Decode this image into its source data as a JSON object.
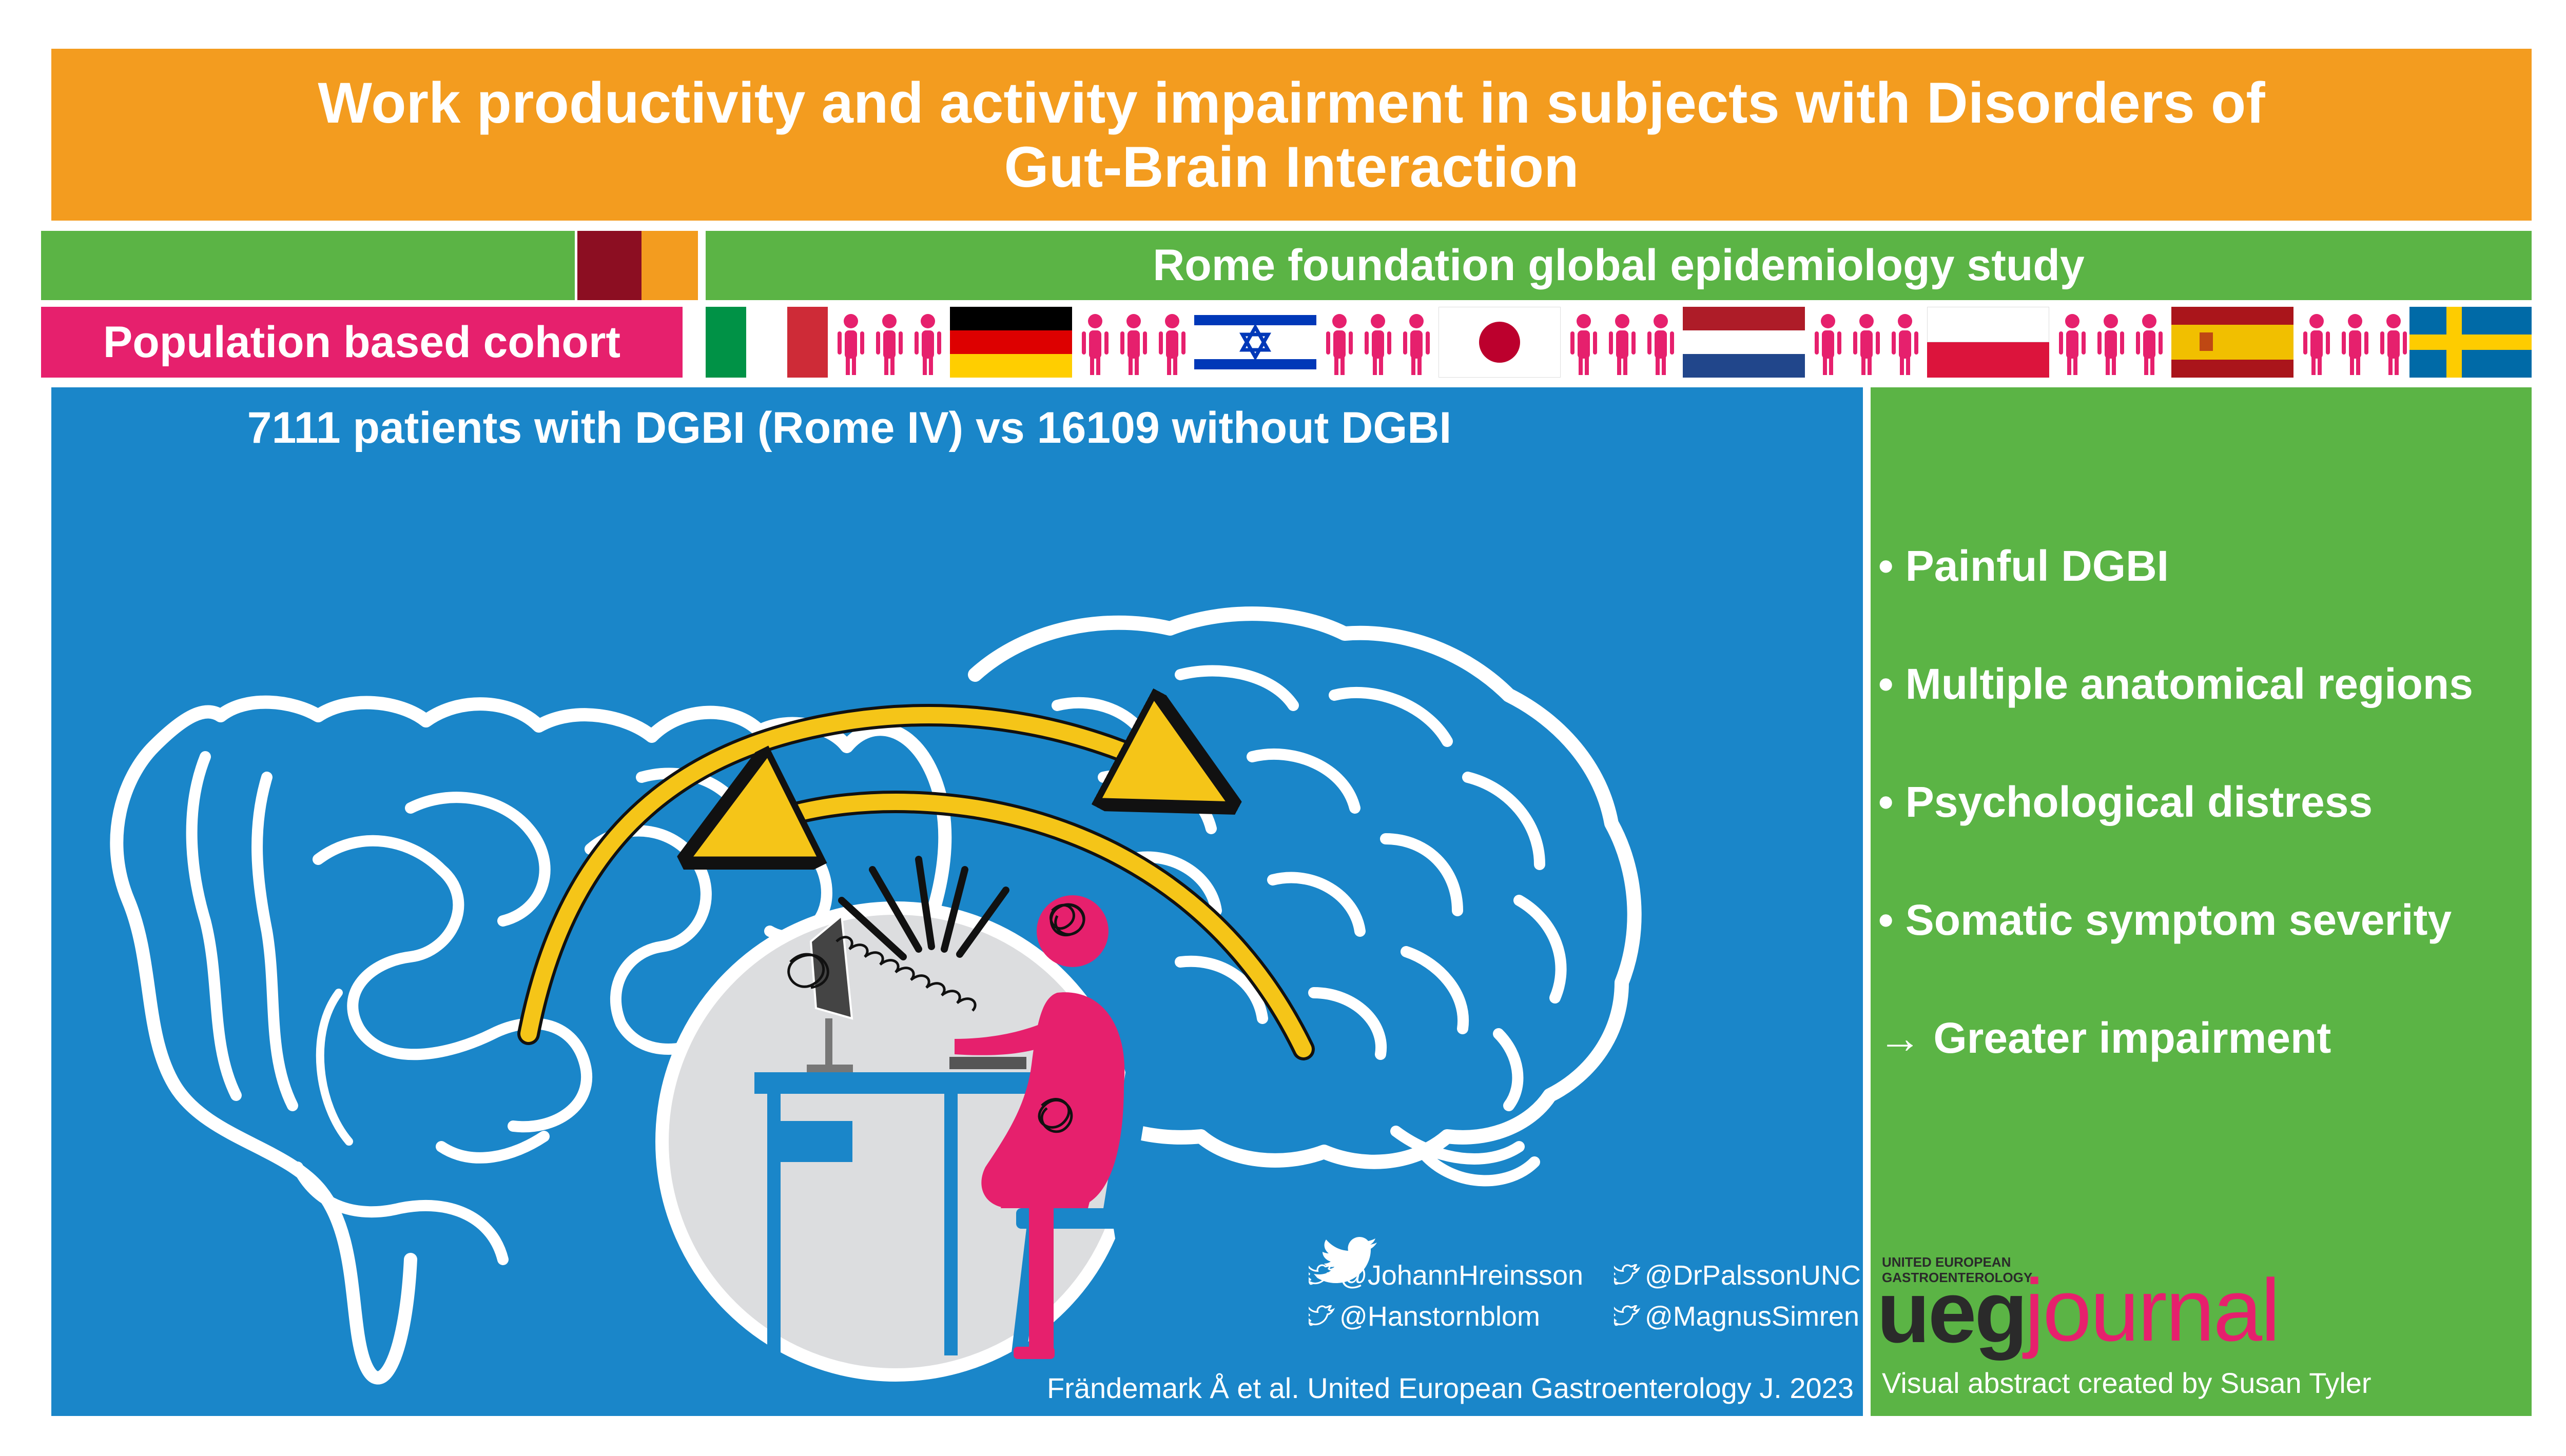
{
  "title": "Work productivity and activity impairment in subjects with Disorders of Gut-Brain Interaction",
  "study_label": "Rome foundation global epidemiology study",
  "cohort_label": "Population based cohort",
  "flags": [
    "italy",
    "germany",
    "israel",
    "japan",
    "netherlands",
    "poland",
    "spain",
    "sweden"
  ],
  "main_header": "7111 patients with DGBI (Rome IV) vs 16109 without DGBI",
  "findings": [
    "• Painful DGBI",
    "• Multiple anatomical regions",
    "• Psychological distress",
    "• Somatic symptom severity",
    "→ Greater impairment"
  ],
  "handles": [
    "@JohannHreinsson",
    "@DrPalssonUNC",
    "@Hanstornblom",
    "@MagnusSimren"
  ],
  "citation": "Frändemark Å et al. United European Gastroenterology J. 2023",
  "logo": {
    "small_lines": [
      "UNITED EUROPEAN",
      "GASTROENTEROLOGY"
    ],
    "ueg": "ueg",
    "journal": "journal"
  },
  "credit": "Visual abstract created by Susan Tyler",
  "icons": [
    "twitter-icon",
    "people-icon",
    "intestine-icon",
    "brain-icon",
    "arrow-icon",
    "desk-icon",
    "chair-icon",
    "person-icon",
    "computer-icon"
  ],
  "colors": {
    "orange": "#F39C1F",
    "green": "#5BB445",
    "blue": "#1A86C9",
    "pink": "#E6206D",
    "maroon": "#8C0E22",
    "yellow": "#F5C518",
    "circle_grey": "#DCDDDF"
  }
}
